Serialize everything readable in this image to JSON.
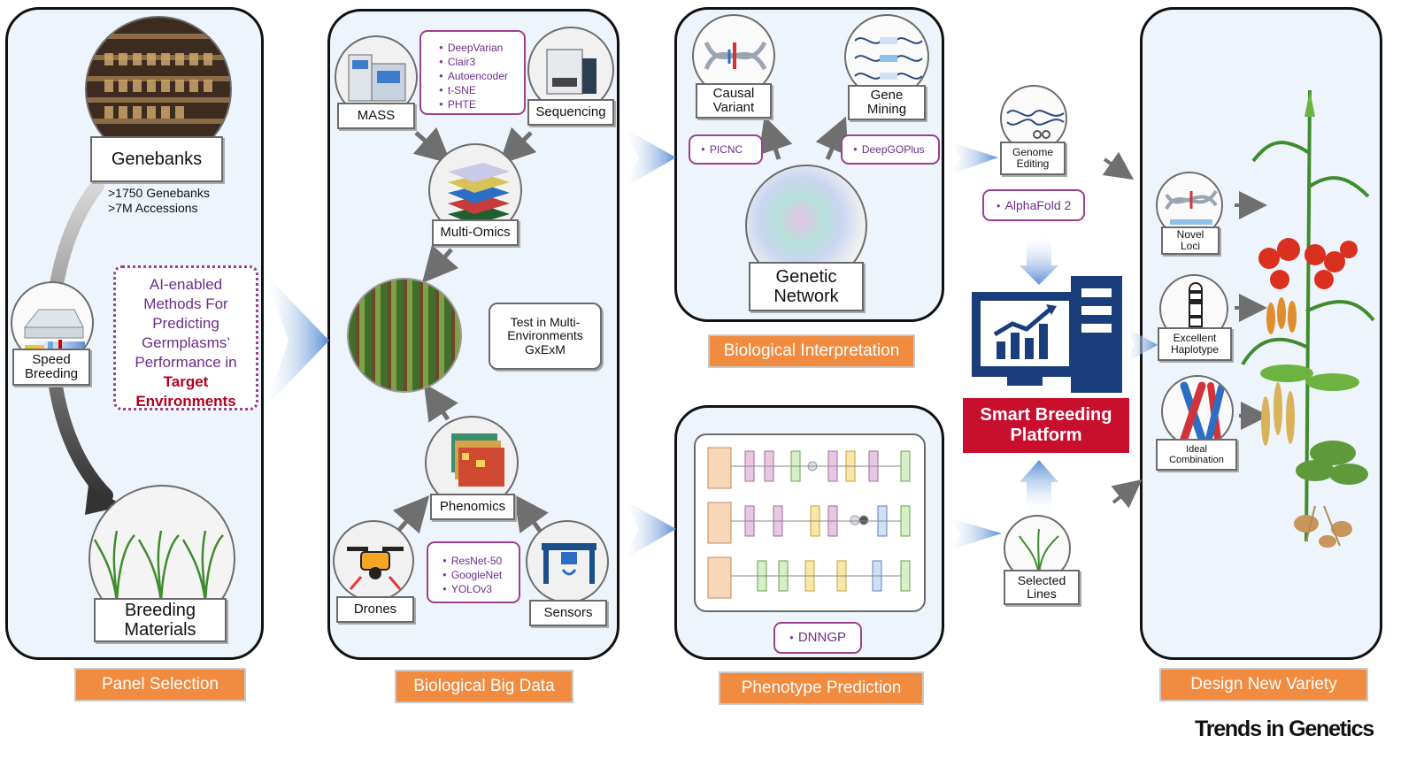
{
  "panel_selection": {
    "genebanks": "Genebanks",
    "genebank_stats": [
      ">1750 Genebanks",
      ">7M Accessions"
    ],
    "speed_breeding": "Speed\nBreeding",
    "breeding_materials": "Breeding\nMaterials",
    "ai_text": "AI-enabled\nMethods For\nPredicting\nGermplasms’\nPerformance in",
    "ai_highlight": "Target\nEnvironments",
    "tag": "Panel Selection"
  },
  "big_data": {
    "mass": "MASS",
    "sequencing": "Sequencing",
    "omics_methods": [
      "DeepVarian",
      "Clair3",
      "Autoencoder",
      "t-SNE",
      "PHTE"
    ],
    "multi_omics": "Multi-Omics",
    "test_env": "Test in Multi-\nEnvironments\nGxExM",
    "phenomics": "Phenomics",
    "drones": "Drones",
    "sensors": "Sensors",
    "image_methods": [
      "ResNet-50",
      "GoogleNet",
      "YOLOv3"
    ],
    "tag": "Biological Big Data"
  },
  "interpretation": {
    "causal_variant": "Causal\nVariant",
    "gene_mining": "Gene\nMining",
    "picnc": "PICNC",
    "deepgoplus": "DeepGOPlus",
    "genetic_network": "Genetic\nNetwork",
    "tag": "Biological Interpretation"
  },
  "prediction": {
    "dnngp": "DNNGP",
    "tag": "Phenotype Prediction"
  },
  "platform": {
    "genome_editing": "Genome\nEditing",
    "alphafold": "AlphaFold 2",
    "title": "Smart Breeding\nPlatform",
    "selected_lines": "Selected\nLines"
  },
  "design": {
    "novel_loci": "Novel\nLoci",
    "excellent_haplotype": "Excellent\nHaplotype",
    "ideal_combination": "Ideal\nCombination",
    "tag": "Design New Variety"
  },
  "brand": "Trends in Genetics",
  "colors": {
    "panel_fill": "#eef4fb",
    "accent_orange": "#f08b3f",
    "algo_purple": "#9b3f8e",
    "platform_red": "#c8102e",
    "platform_blue": "#1a3e7c",
    "arrow_blue": "#5b8fd6"
  }
}
